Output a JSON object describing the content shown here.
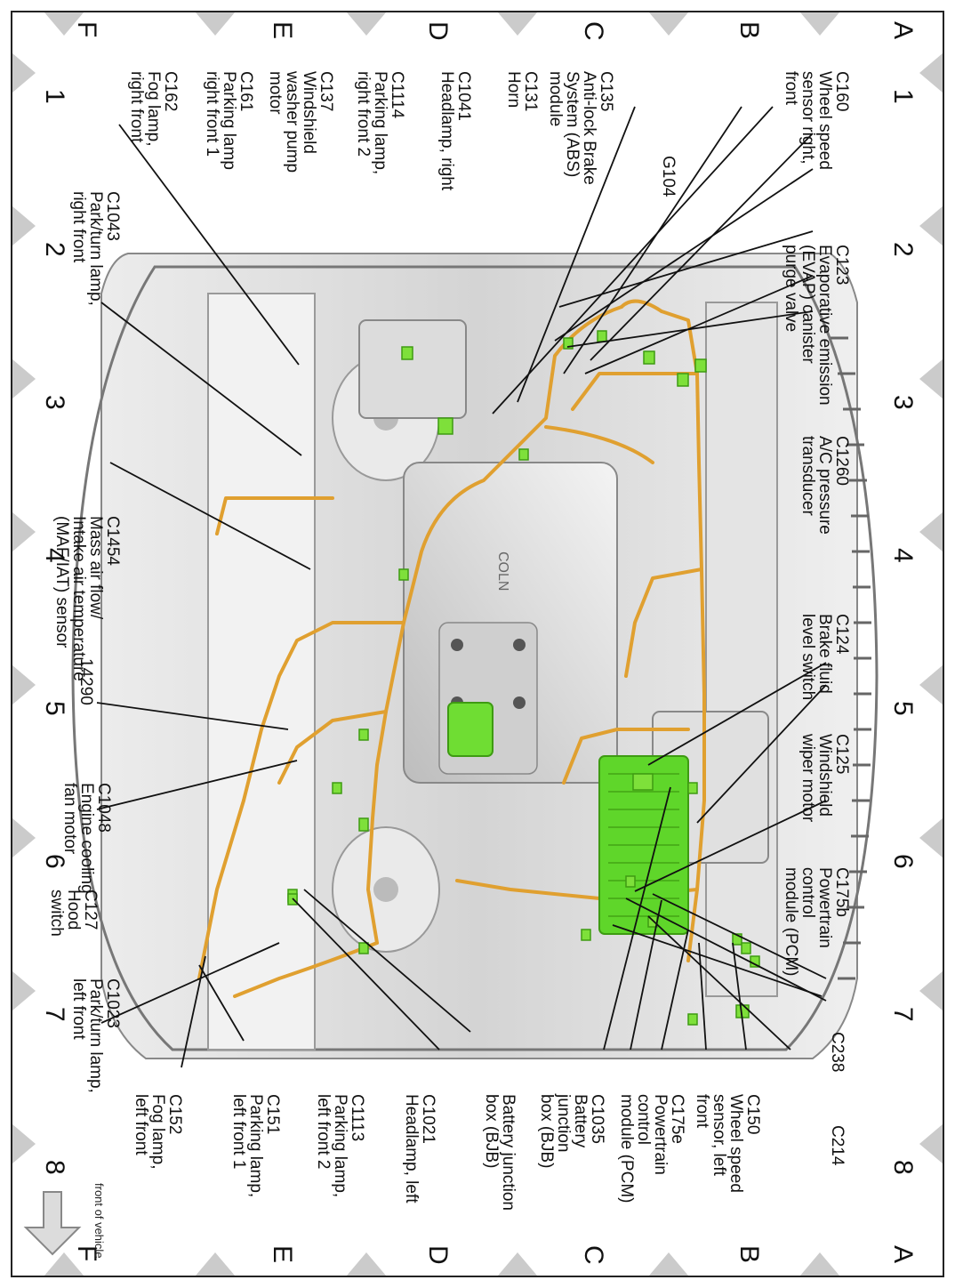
{
  "grid": {
    "columns": [
      "1",
      "2",
      "3",
      "4",
      "5",
      "6",
      "7",
      "8"
    ],
    "rows": [
      "A",
      "B",
      "C",
      "D",
      "E",
      "F"
    ]
  },
  "labels": {
    "c160": [
      "C160",
      "Wheel speed",
      "sensor right,",
      "front"
    ],
    "c123": [
      "C123",
      "Evaporative emission",
      "(EVAP) canister",
      "purge valve"
    ],
    "c1260": [
      "C1260",
      "A/C pressure",
      "transducer"
    ],
    "c124": [
      "C124",
      "Brake fluid",
      "level switch"
    ],
    "c125": [
      "C125",
      "Windshield",
      "wiper motor"
    ],
    "c175b": [
      "C175b",
      "Powertrain",
      "control",
      "module (PCM)"
    ],
    "c238": [
      "C238"
    ],
    "c214": [
      "C214"
    ],
    "c150": [
      "C150",
      "Wheel speed",
      "sensor, left",
      "front"
    ],
    "c175e": [
      "C175e",
      "Powertrain",
      "control",
      "module (PCM)"
    ],
    "c1035": [
      "C1035",
      "Battery",
      "junction",
      "box (BJB)"
    ],
    "bjb": [
      "Battery junction",
      "box (BJB)"
    ],
    "c1021": [
      "C1021",
      "Headlamp, left"
    ],
    "c1113": [
      "C1113",
      "Parking lamp,",
      "left front 2"
    ],
    "c151": [
      "C151",
      "Parking lamp,",
      "left front 1"
    ],
    "c152": [
      "C152",
      "Fog lamp,",
      "left front"
    ],
    "g104": [
      "G104"
    ],
    "c135": [
      "C135",
      "Anti-lock Brake",
      "System (ABS)",
      "module"
    ],
    "c131": [
      "C131",
      "Horn"
    ],
    "c1041": [
      "C1041",
      "Headlamp, right"
    ],
    "c1114": [
      "C1114",
      "Parking lamp,",
      "right front 2"
    ],
    "c137": [
      "C137",
      "Windshield",
      "washer pump",
      "motor"
    ],
    "c161": [
      "C161",
      "Parking lamp",
      "right front 1"
    ],
    "c162": [
      "C162",
      "Fog lamp,",
      "right front"
    ],
    "c1043": [
      "C1043",
      "Park/turn lamp,",
      "right front"
    ],
    "c1454": [
      "C1454",
      "Mass air flow/",
      "Intake air temperature",
      "(MAF/IAT) sensor"
    ],
    "n14290": [
      "14290"
    ],
    "c1048": [
      "C1048",
      "Engine cooling",
      "fan motor"
    ],
    "c127": [
      "C127",
      "Hood",
      "switch"
    ],
    "c1023": [
      "C1023",
      "Park/turn lamp,",
      "left front"
    ]
  },
  "front_of_vehicle": "front of vehicle",
  "engine_badge": "COLN",
  "colors": {
    "harness": "#e0a030",
    "connector": "#7ee03a",
    "bjb": "#5fd62a",
    "body": "#d9d9d9",
    "grid_marker": "#c8c8c8"
  }
}
